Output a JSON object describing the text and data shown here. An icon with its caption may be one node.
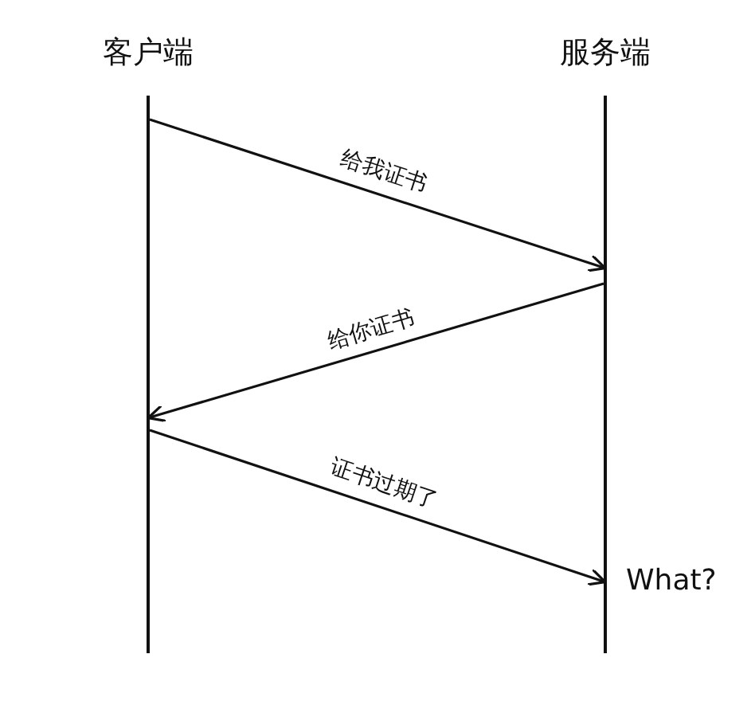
{
  "diagram": {
    "nodes": [
      {
        "text": [
          "客户端"
        ]
      },
      {
        "text": [
          "服务端"
        ]
      }
    ],
    "edges": [
      {
        "from": 0,
        "to": 1,
        "arrow": "to",
        "label": "给我证书"
      },
      {
        "from": 1,
        "to": 0,
        "arrow": "to",
        "label": "给你证书"
      },
      {
        "from": 0,
        "to": 1,
        "arrow": "to",
        "label": "证书过期了"
      }
    ],
    "labels": [
      "What?"
    ]
  }
}
